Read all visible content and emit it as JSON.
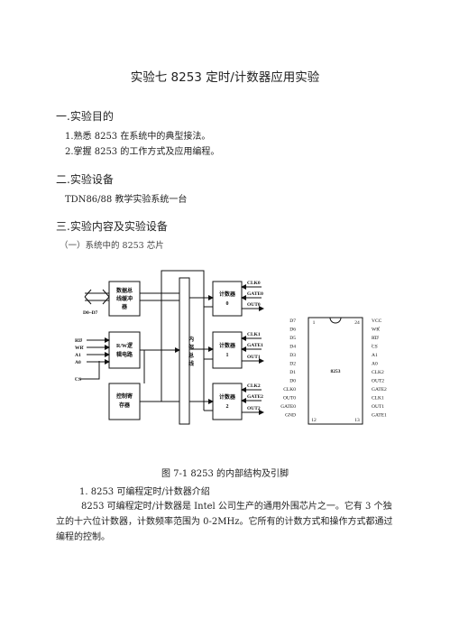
{
  "title": "实验七      8253 定时/计数器应用实验",
  "section1": {
    "heading": "一.实验目的",
    "items": [
      "1.熟悉 8253 在系统中的典型接法。",
      "2.掌握 8253 的工作方式及应用编程。"
    ]
  },
  "section2": {
    "heading": "二.实验设备",
    "text": "TDN86/88 教学实验系统一台"
  },
  "section3": {
    "heading": "三.实验内容及实验设备",
    "sub": "（一）系统中的 8253 芯片"
  },
  "diagram": {
    "blocks": {
      "buffer": [
        "数据总",
        "线缓冲",
        "器"
      ],
      "rw": [
        "R/W逻",
        "辑电路"
      ],
      "ctrl": [
        "控制寄",
        "存器"
      ],
      "bus": [
        "内",
        "部",
        "总",
        "线"
      ],
      "counter0": [
        "计数器",
        "0"
      ],
      "counter1": [
        "计数器",
        "1"
      ],
      "counter2": [
        "计数器",
        "2"
      ]
    },
    "data_label": "D0~D7",
    "left_signals": [
      "RD",
      "WR",
      "A1",
      "A0",
      "CS"
    ],
    "counter0_signals": [
      "CLK0",
      "GATE0",
      "OUT0"
    ],
    "counter1_signals": [
      "CLK1",
      "GATE1",
      "OUT1"
    ],
    "counter2_signals": [
      "CLK2",
      "GATE2",
      "OUT2"
    ],
    "chip": {
      "name": "8253",
      "left_pins": [
        "D7",
        "D6",
        "D5",
        "D4",
        "D3",
        "D2",
        "D1",
        "D0",
        "CLK0",
        "OUT0",
        "GATE0",
        "GND"
      ],
      "right_pins": [
        "VCC",
        "WR",
        "RD",
        "CS",
        "A1",
        "A0",
        "CLK2",
        "OUT2",
        "GATE2",
        "CLK1",
        "OUT1",
        "GATE1"
      ],
      "pin_numbers": [
        "1",
        "24",
        "12",
        "13"
      ]
    }
  },
  "caption": "图 7-1    8253 的内部结构及引脚",
  "intro_heading": "1.    8253 可编程定时/计数器介绍",
  "intro_text": "8253 可编程定时/计数器是 Intel 公司生产的通用外围芯片之一。它有 3 个独立的十六位计数器，计数频率范围为 0-2MHz。它所有的计数方式和操作方式都通过编程的控制。"
}
